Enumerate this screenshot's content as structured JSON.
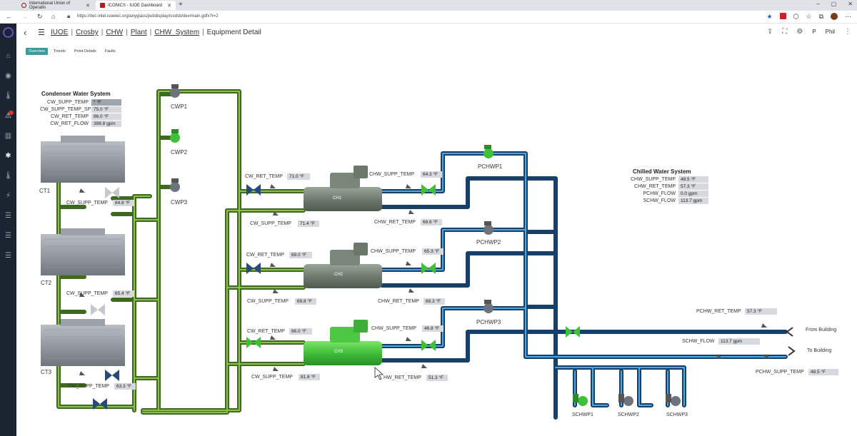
{
  "browser": {
    "tabs": [
      {
        "title": "International Union of Operatin",
        "active": false
      },
      {
        "title": "ICONICS - IUOE Dashboard",
        "active": true
      }
    ],
    "url": "https://itec-intel.iuoetec.org/anyglass/pubdisplay/icodsb/dev/main.gdfx?r=2"
  },
  "header": {
    "breadcrumbs": [
      "IUOE",
      "Crosby",
      "CHW",
      "Plant",
      "CHW_System"
    ],
    "page_title": "Equipment Detail",
    "user": "Phil",
    "user_initial": "P"
  },
  "subtabs": [
    {
      "label": "Overview",
      "active": true
    },
    {
      "label": "Trends",
      "active": false
    },
    {
      "label": "Point Details",
      "active": false
    },
    {
      "label": "Faults",
      "active": false
    }
  ],
  "colors": {
    "green_pipe": "#4f7f2a",
    "green_pipe_light": "#8cc04a",
    "blue_pipe": "#1e5a94",
    "blue_pipe_light": "#4ea8de",
    "chiller_on": "#3fbf3a",
    "chiller_off": "#7f8f7f",
    "rail": "#1b2532",
    "accent_tab": "#3b9a9e"
  },
  "condenser": {
    "title": "Condenser Water System",
    "rows": [
      {
        "label": "CW_SUPP_TEMP",
        "value": "* °F"
      },
      {
        "label": "CW_SUPP_TEMP_SP",
        "value": "75.0 °F"
      },
      {
        "label": "CW_RET_TEMP",
        "value": "86.0 °F"
      },
      {
        "label": "CW_RET_FLOW",
        "value": "398.8 gpm"
      }
    ]
  },
  "chilled": {
    "title": "Chilled Water System",
    "rows": [
      {
        "label": "CHW_SUPP_TEMP",
        "value": "48.5 °F"
      },
      {
        "label": "CHW_RET_TEMP",
        "value": "57.3 °F"
      },
      {
        "label": "PCHW_FLOW",
        "value": "0.0 gpm"
      },
      {
        "label": "SCHW_FLOW",
        "value": "113.7 gpm"
      }
    ]
  },
  "towers": [
    {
      "name": "CT1",
      "supp_label": "CW_SUPP_TEMP",
      "supp_value": "84.8 °F"
    },
    {
      "name": "CT2",
      "supp_label": "CW_SUPP_TEMP",
      "supp_value": "65.4 °F"
    },
    {
      "name": "CT3",
      "supp_label": "CW_SUPP_TEMP",
      "supp_value": "63.3 °F"
    }
  ],
  "cw_pumps": [
    "CWP1",
    "CWP2",
    "CWP3"
  ],
  "chillers": [
    {
      "name": "CH1",
      "cw_ret_label": "CW_RET_TEMP",
      "cw_ret": "71.0 °F",
      "cw_supp_label": "CW_SUPP_TEMP",
      "cw_supp": "71.4 °F",
      "chw_supp_label": "CHW_SUPP_TEMP",
      "chw_supp": "64.3 °F",
      "chw_ret_label": "CHW_RET_TEMP",
      "chw_ret": "68.6 °F"
    },
    {
      "name": "CH2",
      "cw_ret_label": "CW_RET_TEMP",
      "cw_ret": "69.0 °F",
      "cw_supp_label": "CW_SUPP_TEMP",
      "cw_supp": "69.8 °F",
      "chw_supp_label": "CHW_SUPP_TEMP",
      "chw_supp": "65.3 °F",
      "chw_ret_label": "CHW_RET_TEMP",
      "chw_ret": "68.3 °F"
    },
    {
      "name": "CH3",
      "cw_ret_label": "CW_RET_TEMP",
      "cw_ret": "86.0 °F",
      "cw_supp_label": "CW_SUPP_TEMP",
      "cw_supp": "81.8 °F",
      "chw_supp_label": "CHW_SUPP_TEMP",
      "chw_supp": "46.8 °F",
      "chw_ret_label": "HW_RET_TEMP",
      "chw_ret": "51.3 °F"
    }
  ],
  "pchw_pumps": [
    "PCHWP1",
    "PCHWP2",
    "PCHWP3"
  ],
  "schw_pumps": [
    "SCHWP1",
    "SCHWP2",
    "SCHWP3"
  ],
  "building": {
    "pchw_ret_label": "PCHW_RET_TEMP",
    "pchw_ret": "57.3 °F",
    "schw_flow_label": "SCHW_FLOW",
    "schw_flow": "113.7 gpm",
    "pchw_supp_label": "PCHW_SUPP_TEMP",
    "pchw_supp": "48.5 °F",
    "from_label": "From Building",
    "to_label": "To Building"
  }
}
